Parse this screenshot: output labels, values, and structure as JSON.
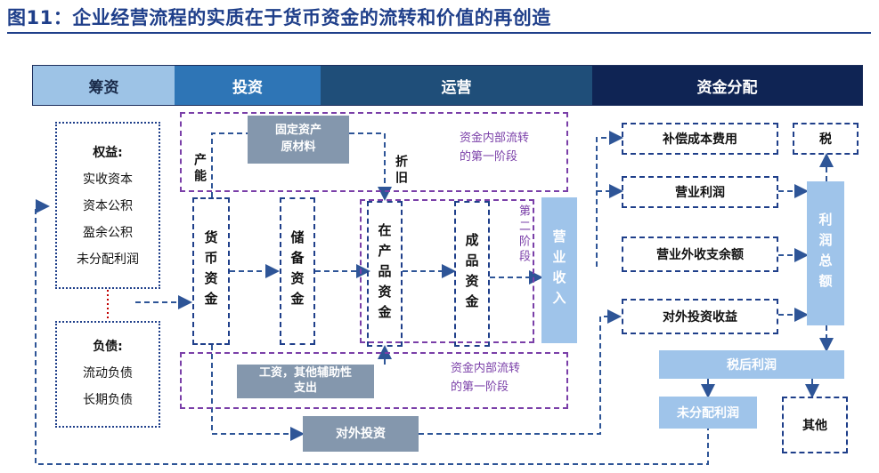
{
  "title": "图11：企业经营流程的实质在于货币资金的流转和价值的再创造",
  "colors": {
    "title_blue": "#1f3f8a",
    "phase_financing": "#9dc3e6",
    "phase_investing": "#2e75b6",
    "phase_operating": "#1f4e79",
    "phase_distribution": "#0f2454",
    "dash_blue": "#1f3f8a",
    "dash_purple": "#7a3fa8",
    "gray_box": "#8497ad",
    "light_blue_box": "#9fc4ea",
    "link_red": "#c00000"
  },
  "phases": [
    {
      "label": "筹资"
    },
    {
      "label": "投资"
    },
    {
      "label": "运营"
    },
    {
      "label": "资金分配"
    }
  ],
  "equity": {
    "heading": "权益:",
    "items": [
      "实收资本",
      "资本公积",
      "盈余公积",
      "未分配利润"
    ]
  },
  "liabilities": {
    "heading": "负债:",
    "items": [
      "流动负债",
      "长期负债"
    ]
  },
  "nodes": {
    "fixed_assets": {
      "line1": "固定资产",
      "line2": "原材料"
    },
    "capacity": "产能",
    "depreciation": "折旧",
    "monetary_funds": "货币资金",
    "reserve_funds": "储备资金",
    "wip_funds": "在产品资金",
    "finished_funds": "成品资金",
    "second_stage": "第二阶段",
    "revenue": "营业收入",
    "wages": {
      "line1": "工资，其他辅助性",
      "line2": "支出"
    },
    "outside_investment": "对外投资"
  },
  "notes": {
    "top": {
      "line1": "资金内部流转",
      "line2": "的第一阶段"
    },
    "bottom": {
      "line1": "资金内部流转",
      "line2": "的第一阶段"
    }
  },
  "distribution": {
    "cost_compensation": "补偿成本费用",
    "tax": "税",
    "operating_profit": "营业利润",
    "non_operating": "营业外收支余额",
    "investment_income": "对外投资收益",
    "total_profit": "利润总额",
    "after_tax_profit": "税后利润",
    "undistributed_profit": "未分配利润",
    "other": "其他"
  }
}
